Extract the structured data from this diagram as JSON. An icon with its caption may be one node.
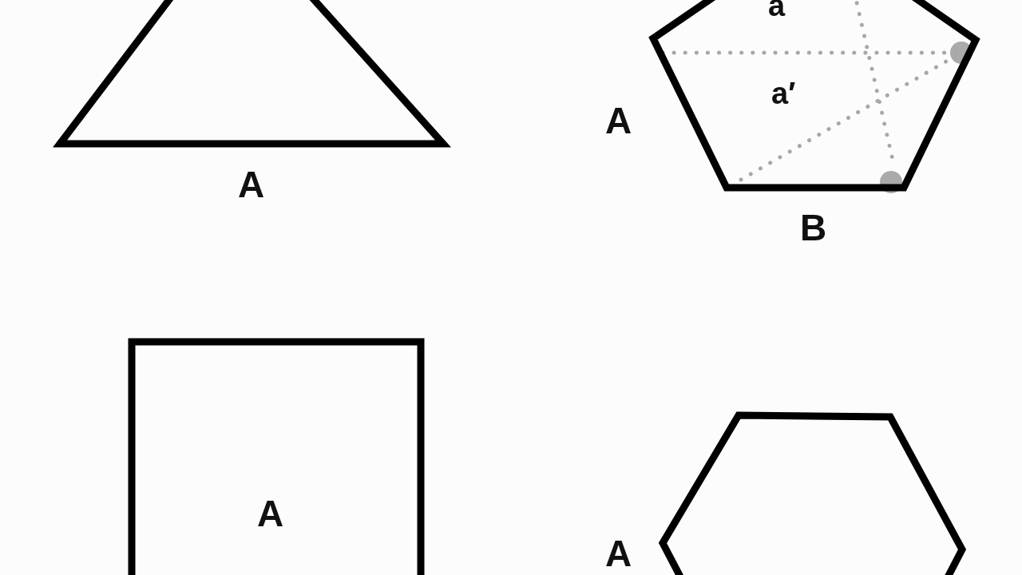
{
  "diagram": {
    "nodes": [
      {
        "text": [],
        "shape": "triangle",
        "beside": [
          "A"
        ]
      },
      {
        "text": [
          "a",
          "a′"
        ],
        "beside": [
          "A",
          "B"
        ]
      },
      {
        "text": [
          "A"
        ]
      },
      {
        "text": [],
        "shape": "hexagon",
        "beside": [
          "A"
        ]
      }
    ]
  }
}
